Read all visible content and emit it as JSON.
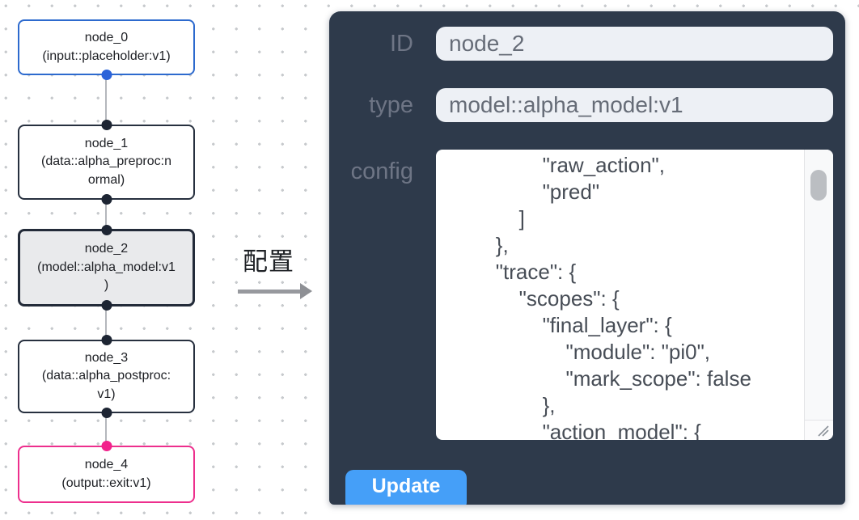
{
  "canvas": {
    "nodes": [
      {
        "title": "node_0",
        "subtitle": "(input::placeholder:v1)",
        "variant": "input"
      },
      {
        "title": "node_1",
        "subtitle": "(data::alpha_preproc:n\normal)",
        "variant": "default"
      },
      {
        "title": "node_2",
        "subtitle": "(model::alpha_model:v1\n)",
        "variant": "selected"
      },
      {
        "title": "node_3",
        "subtitle": "(data::alpha_postproc:\nv1)",
        "variant": "default"
      },
      {
        "title": "node_4",
        "subtitle": "(output::exit:v1)",
        "variant": "output"
      }
    ]
  },
  "annotation": {
    "label": "配置"
  },
  "panel": {
    "id_label": "ID",
    "id_value": "node_2",
    "type_label": "type",
    "type_value": "model::alpha_model:v1",
    "config_label": "config",
    "config_text": "                \"raw_action\",\n                \"pred\"\n            ]\n        },\n        \"trace\": {\n            \"scopes\": {\n                \"final_layer\": {\n                    \"module\": \"pi0\",\n                    \"mark_scope\": false\n                },\n                \"action_model\": {",
    "update_label": "Update"
  },
  "colors": {
    "panel_bg": "#2e3a4b",
    "button_blue": "#459ff8",
    "input_node_border": "#2d6ace",
    "output_node_border": "#ed2f8d",
    "default_node_border": "#27303f",
    "selected_node_bg": "#e9eaec",
    "edge_gray": "#b4b7bc",
    "port_blue": "#2b63d9",
    "port_pink": "#f2228c",
    "port_dark": "#1d2533"
  }
}
